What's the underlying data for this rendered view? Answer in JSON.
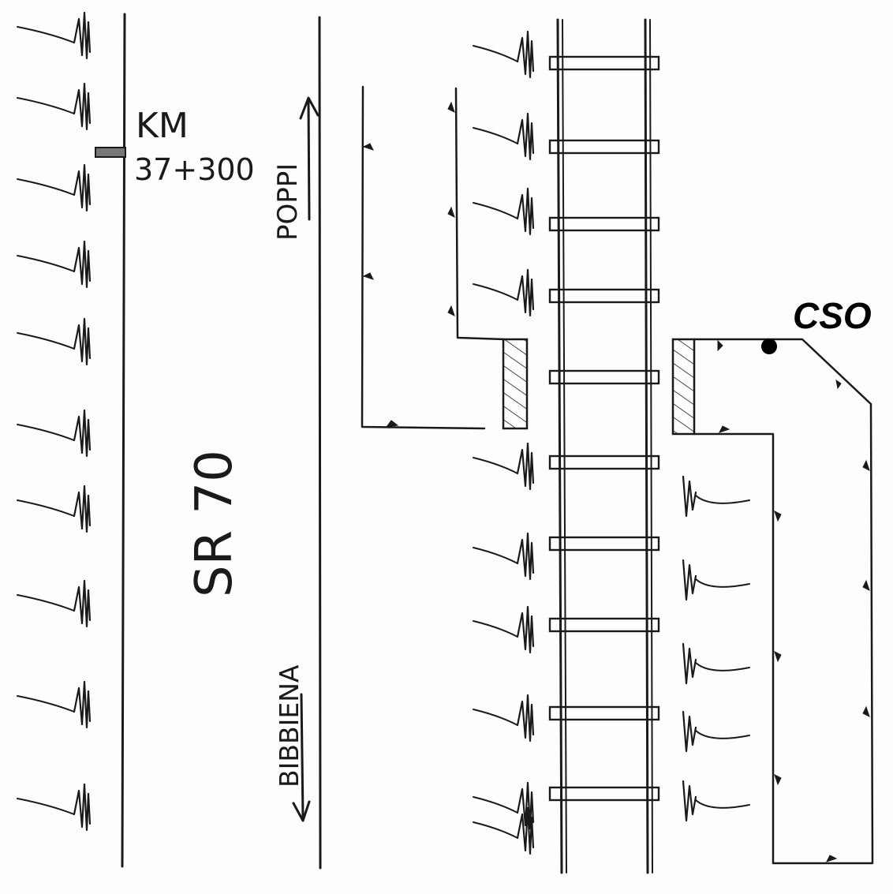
{
  "km_marker": {
    "label": "KM",
    "value": "37+300"
  },
  "road": {
    "name": "SR 70"
  },
  "directions": {
    "north": "POPPI",
    "south": "BIBBIENA"
  },
  "point": {
    "label": "CSO"
  },
  "colors": {
    "ink": "#1a1a1a",
    "paper": "#fdfdfd"
  }
}
